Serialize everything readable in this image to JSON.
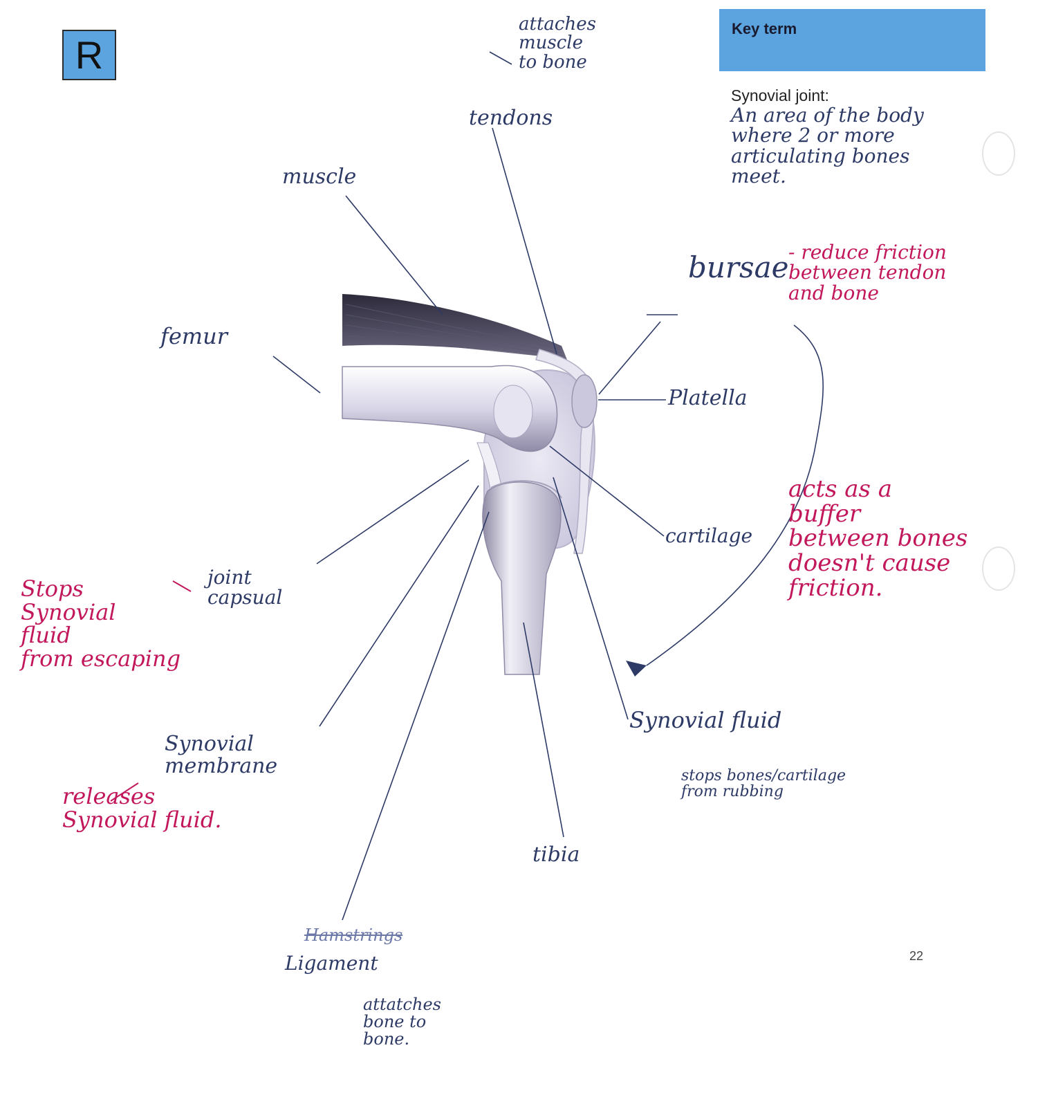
{
  "badge": {
    "letter": "R"
  },
  "key_term": {
    "title": "Key term",
    "definition_label": "Synovial joint:",
    "definition_handwritten": "An area of the body\nwhere 2 or more\narticulating bones\nmeet."
  },
  "labels": {
    "tendons": "tendons",
    "tendons_note": "attaches\nmuscle\nto bone",
    "muscle": "muscle",
    "femur": "femur",
    "bursae": "bursae",
    "bursae_note": "- reduce friction\nbetween tendon\nand bone",
    "platella": "Platella",
    "cartilage": "cartilage",
    "cartilage_note": "acts as a\nbuffer\nbetween bones\ndoesn't cause\nfriction.",
    "joint_capsule": "joint\ncapsual",
    "joint_capsule_note": "Stops\nSynovial\nfluid\nfrom escaping",
    "synovial_fluid": "Synovial fluid",
    "synovial_fluid_note": "stops bones/cartilage\nfrom rubbing",
    "synovial_membrane": "Synovial\nmembrane",
    "synovial_membrane_note": "releases\nSynovial fluid.",
    "tibia": "tibia",
    "ligament": "Ligament",
    "ligament_note": "attatches\nbone to\nbone."
  },
  "page_number": "22",
  "colors": {
    "ink_blue": "#2d3a66",
    "ink_pink": "#c2185b",
    "key_blue": "#5ba4e0"
  }
}
